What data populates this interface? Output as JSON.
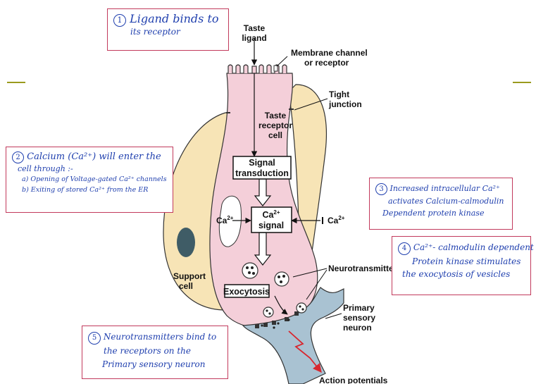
{
  "labels": {
    "taste_ligand_1": "Taste",
    "taste_ligand_2": "ligand",
    "membrane_1": "Membrane channel",
    "membrane_2": "or receptor",
    "tight_1": "Tight",
    "tight_2": "junction",
    "taste_cell_1": "Taste",
    "taste_cell_2": "receptor",
    "taste_cell_3": "cell",
    "signal_1": "Signal",
    "signal_2": "transduction",
    "ca_signal_1": "Ca",
    "ca_signal_sup": "2+",
    "ca_signal_2": "signal",
    "ca_left": "Ca",
    "ca_left_sup": "2+",
    "ca_right": "Ca",
    "ca_right_sup": "2+",
    "support_1": "Support",
    "support_2": "cell",
    "neurotransmitter": "Neurotransmitter",
    "exocytosis": "Exocytosis",
    "primary_1": "Primary",
    "primary_2": "sensory",
    "primary_3": "neuron",
    "action": "Action potentials"
  },
  "notes": {
    "n1": {
      "num": "1",
      "l1": "Ligand binds to",
      "l2": "its receptor"
    },
    "n2": {
      "num": "2",
      "l1": "Calcium (Ca²⁺) will enter the",
      "l2": "cell through :-",
      "l3": "a) Opening of Voltage-gated Ca²⁺ channels",
      "l4": "b) Exiting of stored Ca²⁺ from the ER"
    },
    "n3": {
      "num": "3",
      "l1": "Increased intracellular Ca²⁺",
      "l2": "activates Calcium-calmodulin",
      "l3": "Dependent protein kinase"
    },
    "n4": {
      "num": "4",
      "l1": "Ca²⁺- calmodulin dependent",
      "l2": "Protein kinase stimulates",
      "l3": "the exocytosis of vesicles"
    },
    "n5": {
      "num": "5",
      "l1": "Neurotransmitters bind to",
      "l2": "the receptors on the",
      "l3": "Primary sensory neuron"
    }
  },
  "colors": {
    "receptor_cell": "#f4cfd9",
    "support_cell": "#f7e4b6",
    "neuron": "#a9c2d2",
    "nucleus": "#3f5c66",
    "annotation_ink": "#1f3fae",
    "annotation_border": "#c23a5c",
    "action_potential": "#d8262e",
    "accent_line": "#9a9a1e"
  }
}
